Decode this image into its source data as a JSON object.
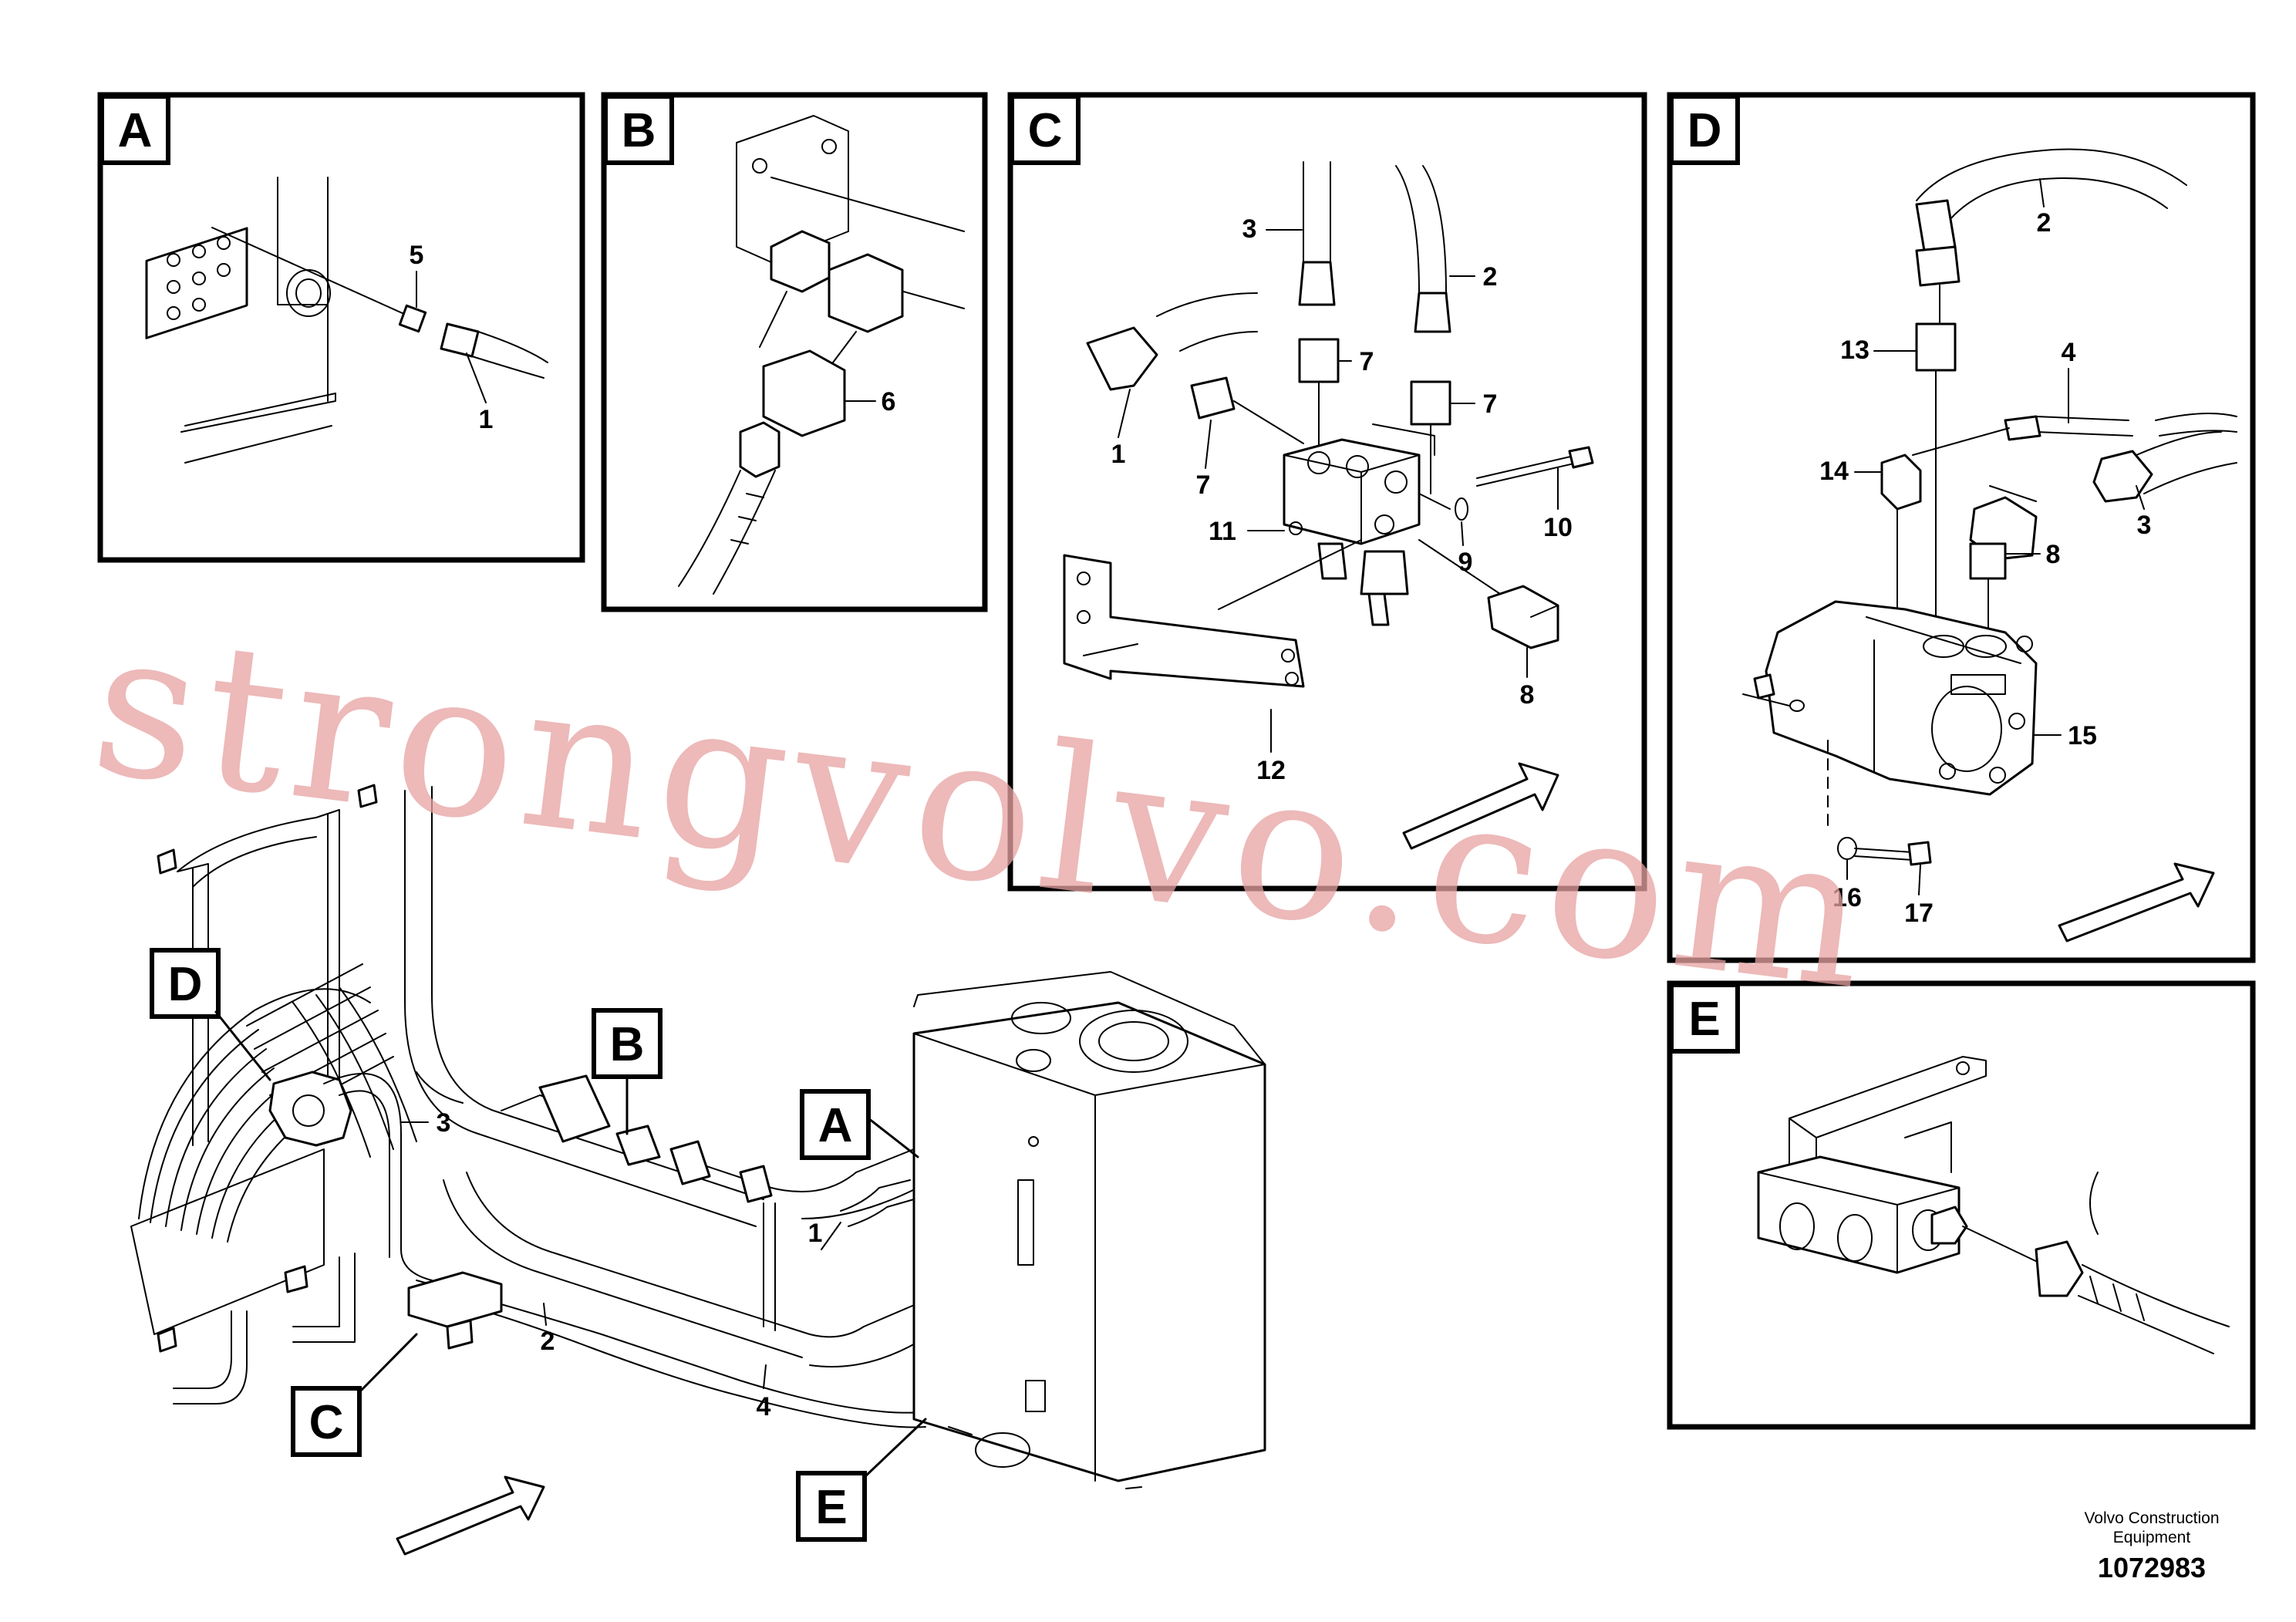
{
  "panels": {
    "a": {
      "tag": "A",
      "callouts": [
        "5",
        "1"
      ]
    },
    "b": {
      "tag": "B",
      "callouts": [
        "6"
      ]
    },
    "c": {
      "tag": "C",
      "callouts": [
        "3",
        "2",
        "7",
        "7",
        "1",
        "7",
        "11",
        "9",
        "10",
        "8",
        "12"
      ]
    },
    "d": {
      "tag": "D",
      "callouts": [
        "2",
        "13",
        "4",
        "14",
        "3",
        "8",
        "15",
        "16",
        "17"
      ]
    },
    "e": {
      "tag": "E"
    }
  },
  "main": {
    "tags": {
      "d": "D",
      "b": "B",
      "a": "A",
      "c": "C",
      "e": "E"
    },
    "callouts": [
      "3",
      "1",
      "2",
      "4"
    ]
  },
  "watermark": "strongvolvo.com",
  "footer": {
    "brand_line1": "Volvo Construction",
    "brand_line2": "Equipment",
    "drawing_number": "1072983"
  },
  "colors": {
    "line": "#000000",
    "background": "#ffffff",
    "watermark": "#e7a2a2"
  }
}
